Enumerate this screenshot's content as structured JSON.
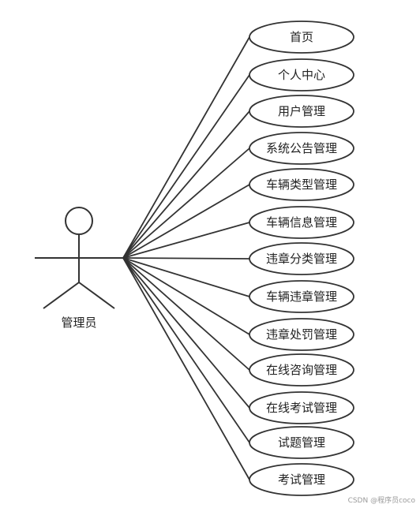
{
  "actor": {
    "name": "管理员"
  },
  "use_cases": [
    {
      "label": "首页"
    },
    {
      "label": "个人中心"
    },
    {
      "label": "用户管理"
    },
    {
      "label": "系统公告管理"
    },
    {
      "label": "车辆类型管理"
    },
    {
      "label": "车辆信息管理"
    },
    {
      "label": "违章分类管理"
    },
    {
      "label": "车辆违章管理"
    },
    {
      "label": "违章处罚管理"
    },
    {
      "label": "在线咨询管理"
    },
    {
      "label": "在线考试管理"
    },
    {
      "label": "试题管理"
    },
    {
      "label": "考试管理"
    }
  ],
  "watermark": "CSDN @程序员coco",
  "colors": {
    "stroke": "#333333",
    "background": "#ffffff"
  }
}
